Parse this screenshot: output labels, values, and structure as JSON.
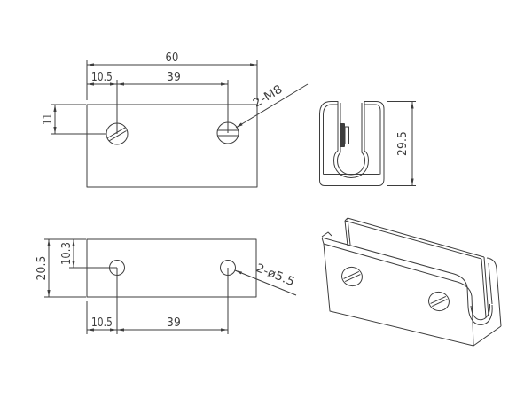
{
  "drawing": {
    "type": "technical-drawing",
    "part": "glass-clamp-bracket"
  },
  "colors": {
    "line": "#3d3d3d",
    "background": "#ffffff"
  },
  "front_view": {
    "dim_width": "60",
    "dim_hole_left_offset": "10.5",
    "dim_hole_spacing": "39",
    "dim_hole_top_offset": "11",
    "thread_label": "2-M8"
  },
  "side_view": {
    "dim_height": "29.5"
  },
  "bottom_view": {
    "dim_depth": "20.5",
    "dim_hole_edge_offset": "10.3",
    "dim_hole_left_offset": "10.5",
    "dim_hole_spacing": "39",
    "hole_label": "2-ø5.5"
  }
}
